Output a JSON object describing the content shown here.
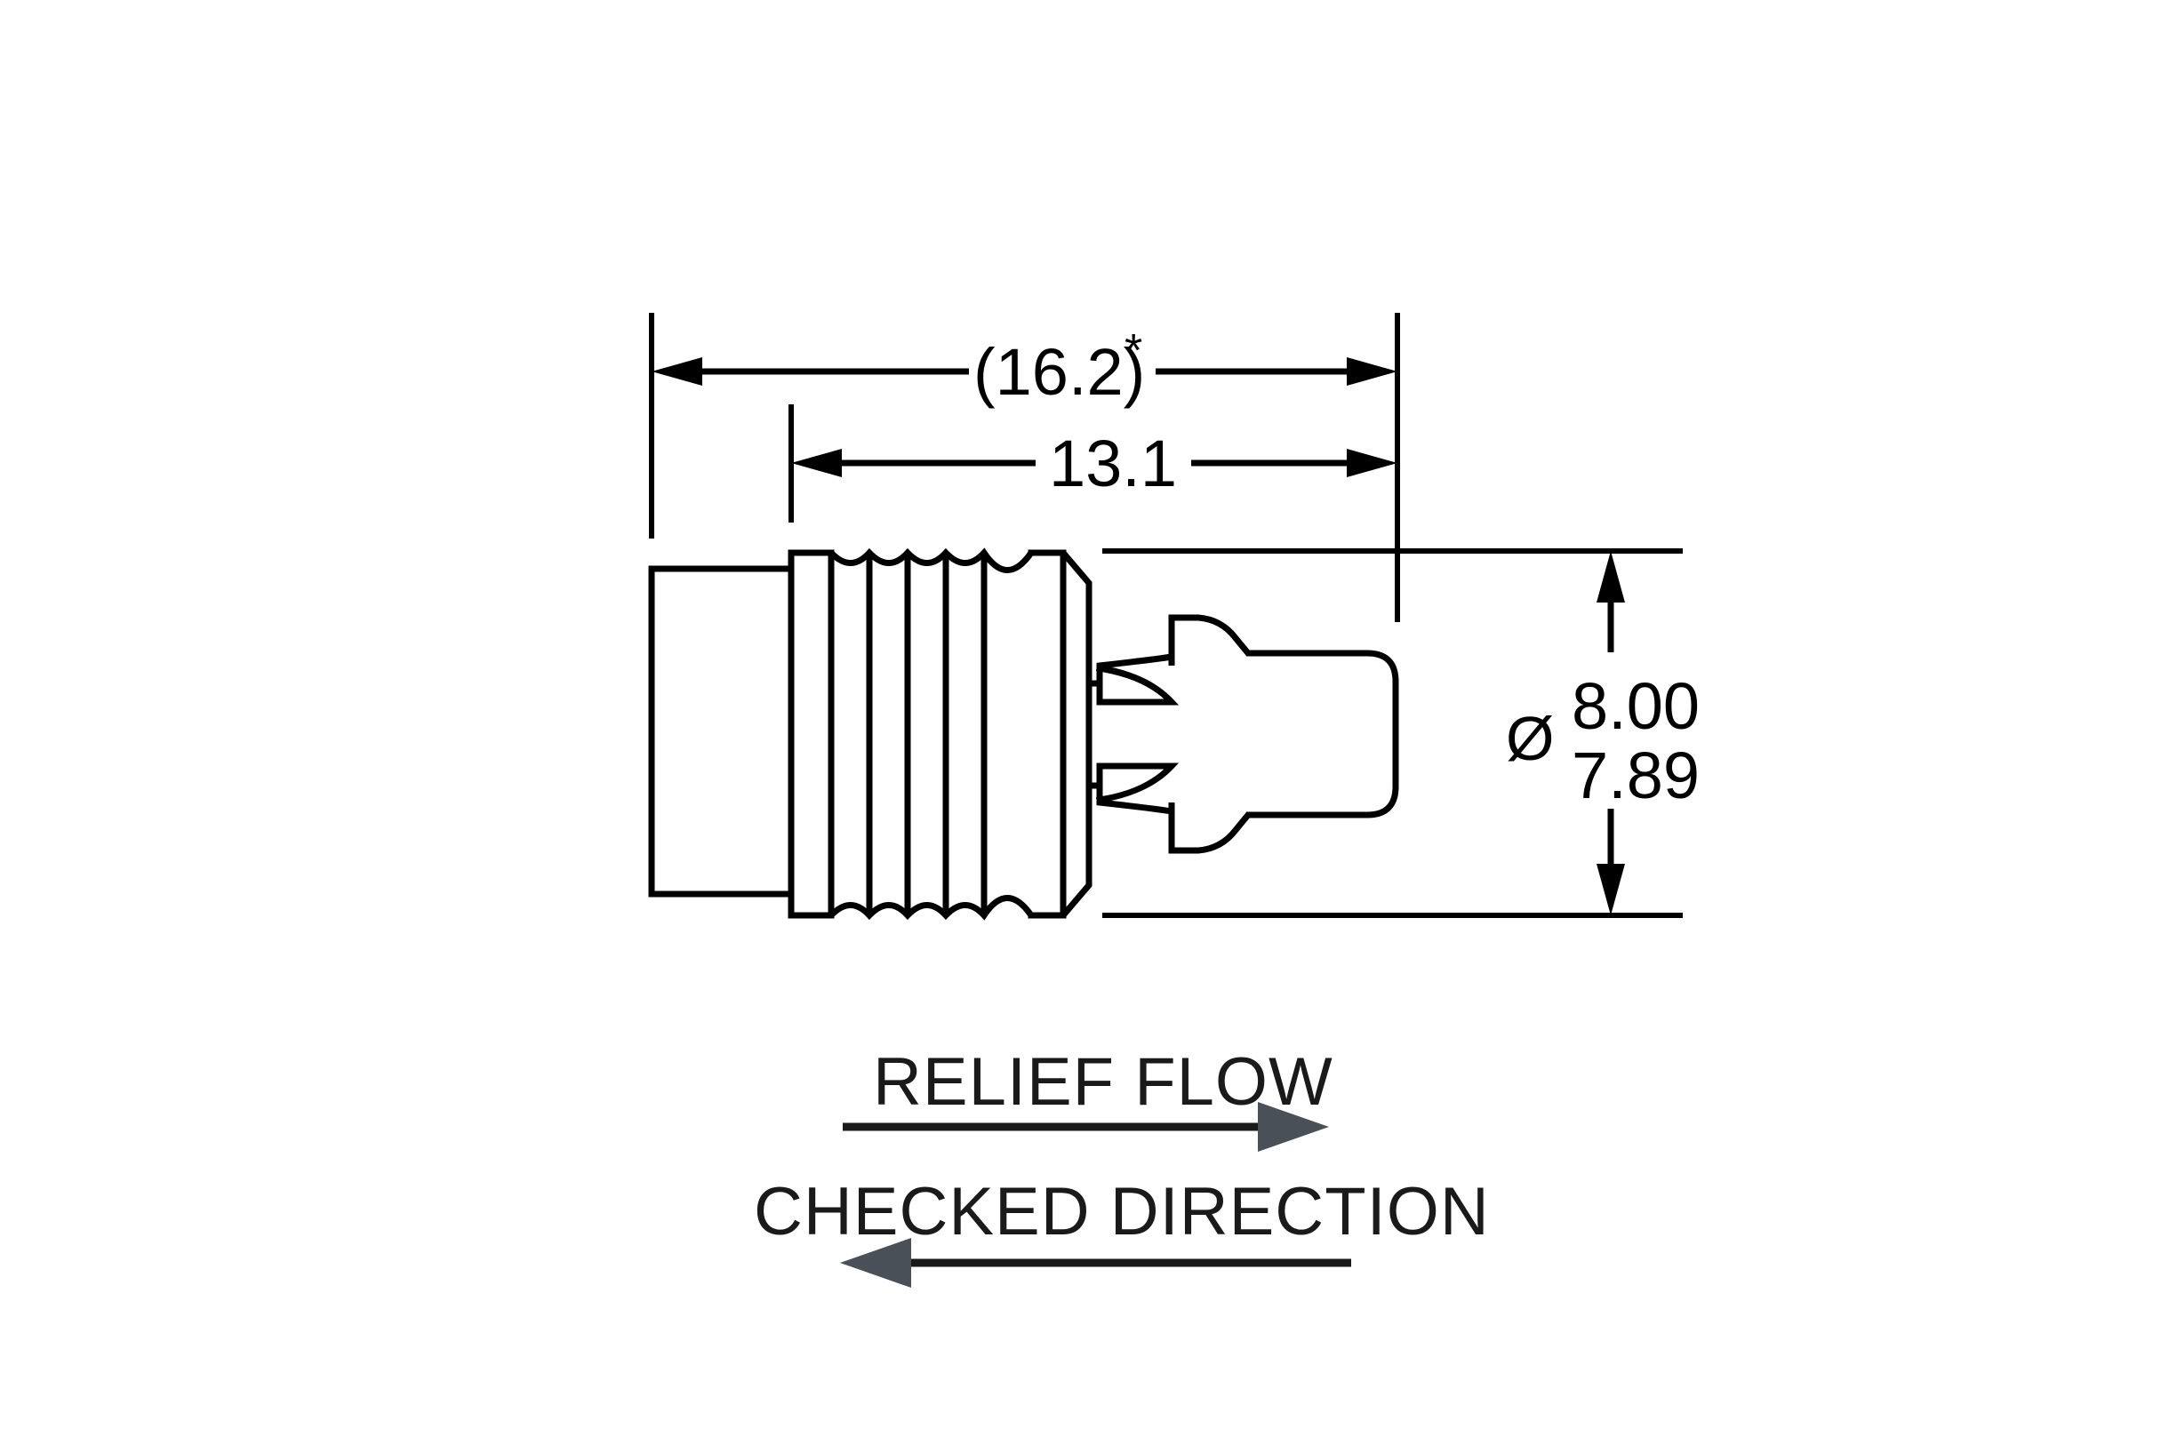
{
  "drawing": {
    "type": "engineering-part-drawing",
    "subject": "relief valve cartridge side view",
    "units": "mm",
    "background_color": "#ffffff",
    "line_color": "#000000",
    "flow_arrow_color": "#4a5058"
  },
  "dimensions": {
    "overall_length": {
      "label": "overall-length",
      "value": "(16.2)",
      "annotation": "*",
      "note": "reference dimension shown in parentheses with asterisk"
    },
    "body_length": {
      "label": "body-length",
      "value": "13.1"
    },
    "diameter": {
      "label": "outer-diameter",
      "symbol": "Ø",
      "max": "8.00",
      "min": "7.89"
    }
  },
  "notes": {
    "relief_flow": {
      "label": "RELIEF FLOW",
      "direction": "right"
    },
    "checked_direction": {
      "label": "CHECKED DIRECTION",
      "direction": "left"
    }
  }
}
